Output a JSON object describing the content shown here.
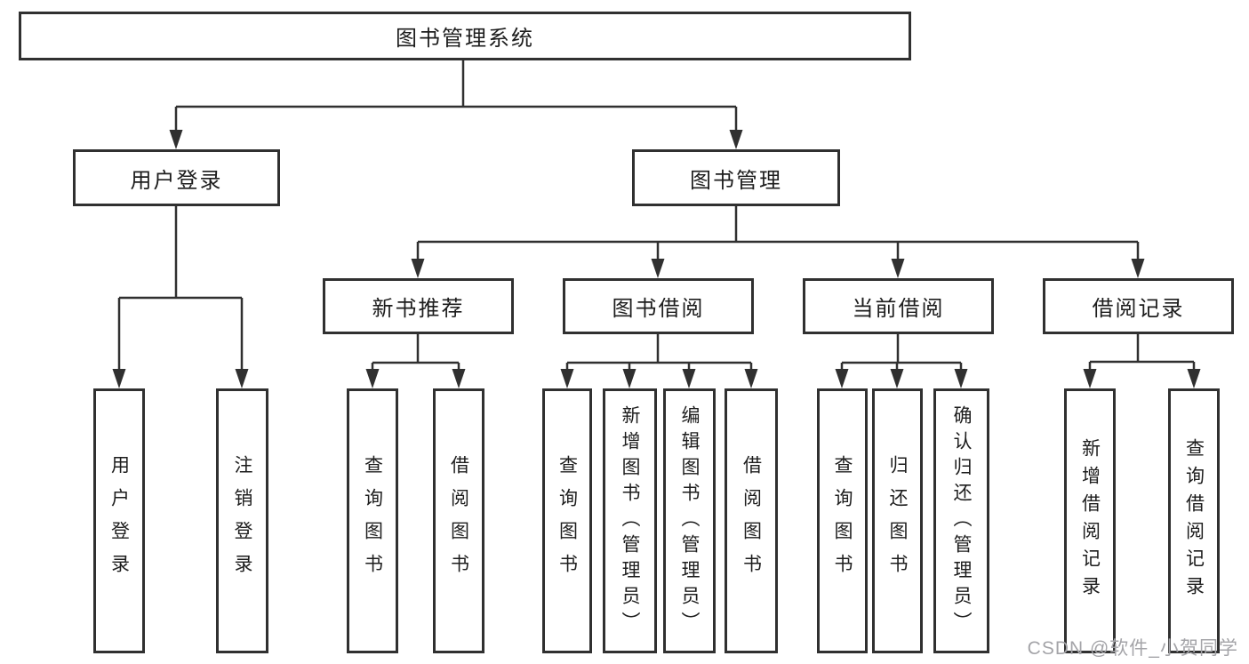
{
  "colors": {
    "line": "#303030",
    "text": "#1d1d1d",
    "background": "#ffffff",
    "watermark": "#a4a4a8"
  },
  "tree": {
    "root": {
      "label": "图书管理系统",
      "children": [
        {
          "label": "用户登录",
          "children": [
            {
              "label": "用户登录"
            },
            {
              "label": "注销登录"
            }
          ]
        },
        {
          "label": "图书管理",
          "children": [
            {
              "label": "新书推荐",
              "children": [
                {
                  "label": "查询图书"
                },
                {
                  "label": "借阅图书"
                }
              ]
            },
            {
              "label": "图书借阅",
              "children": [
                {
                  "label": "查询图书"
                },
                {
                  "label": "新增图书（管理员）"
                },
                {
                  "label": "编辑图书（管理员）"
                },
                {
                  "label": "借阅图书"
                }
              ]
            },
            {
              "label": "当前借阅",
              "children": [
                {
                  "label": "查询图书"
                },
                {
                  "label": "归还图书"
                },
                {
                  "label": "确认归还（管理员）"
                }
              ]
            },
            {
              "label": "借阅记录",
              "children": [
                {
                  "label": "新增借阅记录"
                },
                {
                  "label": "查询借阅记录"
                }
              ]
            }
          ]
        }
      ]
    }
  },
  "watermark": {
    "text": "CSDN @软件_小贺同学"
  }
}
